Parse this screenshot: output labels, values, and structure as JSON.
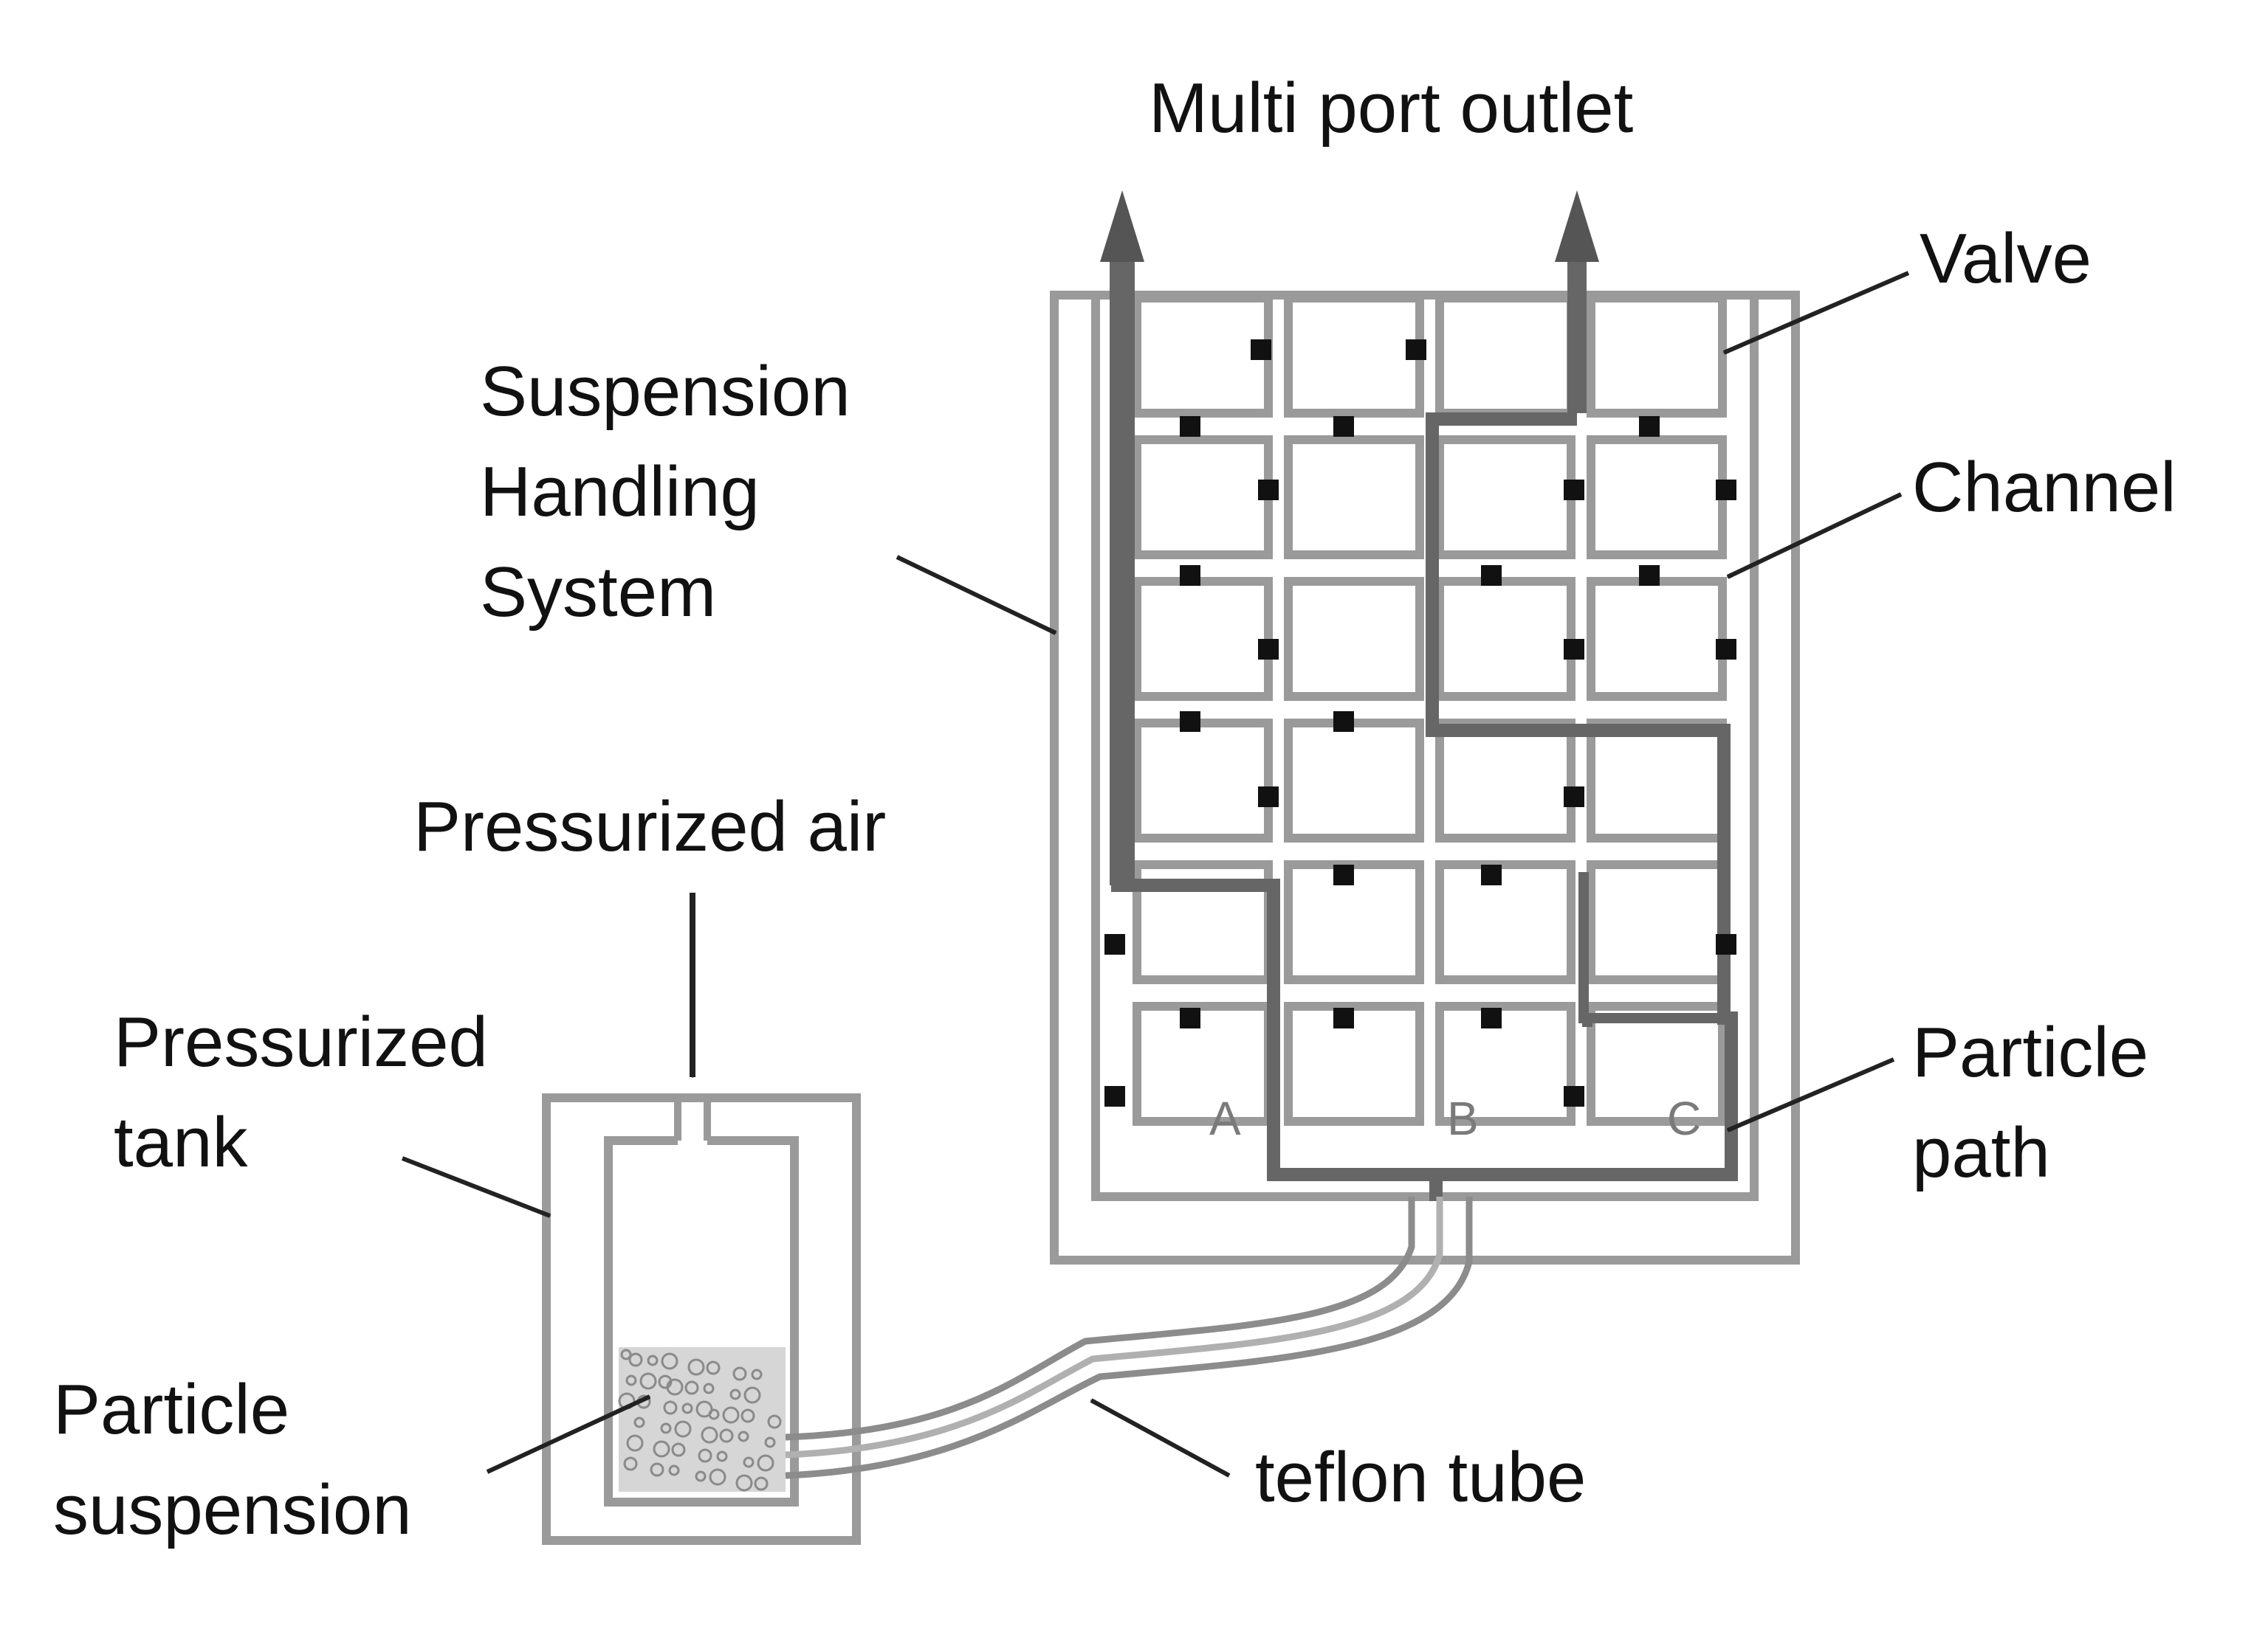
{
  "labels": {
    "multi_port_outlet": "Multi port outlet",
    "valve": "Valve",
    "suspension_line1": "Suspension",
    "suspension_line2": "Handling",
    "suspension_line3": "System",
    "channel": "Channel",
    "pressurized_air": "Pressurized air",
    "pressurized_tank_line1": "Pressurized",
    "pressurized_tank_line2": "tank",
    "particle_path_line1": "Particle",
    "particle_path_line2": "path",
    "particle_suspension_line1": "Particle",
    "particle_suspension_line2": "suspension",
    "teflon_tube": "teflon tube"
  },
  "grid": {
    "rows": 6,
    "columns": 4,
    "cell_letters": [
      "A",
      "B",
      "C"
    ]
  },
  "colors": {
    "outline": "#9a9a9a",
    "path": "#666666",
    "valve": "#111111",
    "text": "#111111"
  }
}
